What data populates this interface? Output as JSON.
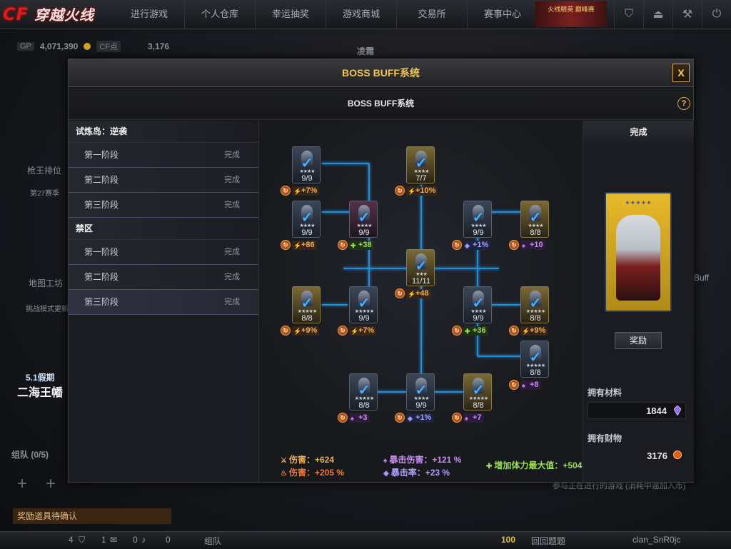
{
  "topbar": {
    "logo_prefix": "CF",
    "logo_text": "穿越火线",
    "nav": [
      "进行游戏",
      "个人仓库",
      "幸运抽奖",
      "游戏商城",
      "交易所",
      "赛事中心"
    ],
    "promo_text": "火线精英\n巅峰赛"
  },
  "status": {
    "gp_label": "GP",
    "gp_value": "4,071,390",
    "cf_label": "CF点",
    "cf_value": "3,176"
  },
  "background": {
    "rank_title": "枪王排位",
    "season": "第27赛季",
    "map_workshop": "地图工坊",
    "map_sub": "挑战模式更新",
    "banner_line1": "5.1假期",
    "banner_line2": "二海王幡",
    "team_label": "组队 (0/5)",
    "reward_confirm": "奖励道具待确认",
    "bottom_hint": "参与正在进行的游戏 (消耗中途加入币)",
    "channel_label": "组队",
    "clan_name": "clan_SnR0jc",
    "bottom_count_1": "4",
    "bottom_count_2": "1",
    "bottom_count_3": "0",
    "bottom_count_4": "0",
    "bottom_money": "100",
    "bottom_tip": "回回题题",
    "top_center": "凌霜",
    "buff_right": "Buff"
  },
  "dialog": {
    "title": "BOSS BUFF系统",
    "close_label": "X",
    "subtitle": "BOSS BUFF系统",
    "help_label": "?"
  },
  "left_panel": {
    "groups": [
      {
        "name": "试炼岛：逆袭",
        "stages": [
          {
            "name": "第一阶段",
            "status": "完成"
          },
          {
            "name": "第二阶段",
            "status": "完成"
          },
          {
            "name": "第三阶段",
            "status": "完成"
          }
        ]
      },
      {
        "name": "禁区",
        "stages": [
          {
            "name": "第一阶段",
            "status": "完成"
          },
          {
            "name": "第二阶段",
            "status": "完成"
          },
          {
            "name": "第三阶段",
            "status": "完成"
          }
        ]
      }
    ]
  },
  "tree_nodes": [
    {
      "count": "9/9",
      "buff": "+7%",
      "buff_type": "orange",
      "card": "blue",
      "stars": "★★★★"
    },
    {
      "count": "7/7",
      "buff": "+10%",
      "buff_type": "orange",
      "card": "gold",
      "stars": "★★★★"
    },
    {
      "count": "9/9",
      "buff": "+86",
      "buff_type": "orange",
      "card": "blue",
      "stars": "★★★★"
    },
    {
      "count": "9/9",
      "buff": "+38",
      "buff_type": "green",
      "card": "purple",
      "stars": "★★★★"
    },
    {
      "count": "9/9",
      "buff": "+1%",
      "buff_type": "blue",
      "card": "blue",
      "stars": "★★★★"
    },
    {
      "count": "8/8",
      "buff": "+10",
      "buff_type": "purple",
      "card": "gold",
      "stars": "★★★★"
    },
    {
      "count": "11/11",
      "buff": "+48",
      "buff_type": "orange",
      "card": "gold",
      "stars": "★★★"
    },
    {
      "count": "8/8",
      "buff": "+9%",
      "buff_type": "orange",
      "card": "gold",
      "stars": "★★★★★"
    },
    {
      "count": "9/9",
      "buff": "+7%",
      "buff_type": "orange",
      "card": "blue",
      "stars": "★★★★★"
    },
    {
      "count": "9/9",
      "buff": "+36",
      "buff_type": "green",
      "card": "blue",
      "stars": "★★★★"
    },
    {
      "count": "8/8",
      "buff": "+9%",
      "buff_type": "orange",
      "card": "gold",
      "stars": "★★★★★"
    },
    {
      "count": "8/8",
      "buff": "+8",
      "buff_type": "purple",
      "card": "blue",
      "stars": "★★★★★"
    },
    {
      "count": "8/8",
      "buff": "+3",
      "buff_type": "purple",
      "card": "blue",
      "stars": "★★★★★"
    },
    {
      "count": "9/9",
      "buff": "+1%",
      "buff_type": "blue",
      "card": "blue",
      "stars": "★★★★"
    },
    {
      "count": "8/8",
      "buff": "+7",
      "buff_type": "purple",
      "card": "gold",
      "stars": "★★★★★"
    }
  ],
  "stats": {
    "dmg_flat_label": "伤害：",
    "dmg_flat_value": "+624",
    "dmg_pct_label": "伤害：",
    "dmg_pct_value": "+205 %",
    "crit_dmg_label": "暴击伤害：",
    "crit_dmg_value": "+121 %",
    "crit_rate_label": "暴击率：",
    "crit_rate_value": "+23 %",
    "hp_label": "增加体力最大值：",
    "hp_value": "+504"
  },
  "right_panel": {
    "header": "完成",
    "card_stars": "✦✦✦✦✦",
    "reward_button": "奖励",
    "materials_label": "拥有材料",
    "materials_value": "1844",
    "wealth_label": "拥有财物",
    "wealth_value": "3176"
  },
  "colors": {
    "gold": "#f0c659",
    "line": "#1e8fd8",
    "orange": "#f2b148",
    "green": "#9be05a",
    "purple": "#c98cf2",
    "blue": "#9aa6ff"
  }
}
